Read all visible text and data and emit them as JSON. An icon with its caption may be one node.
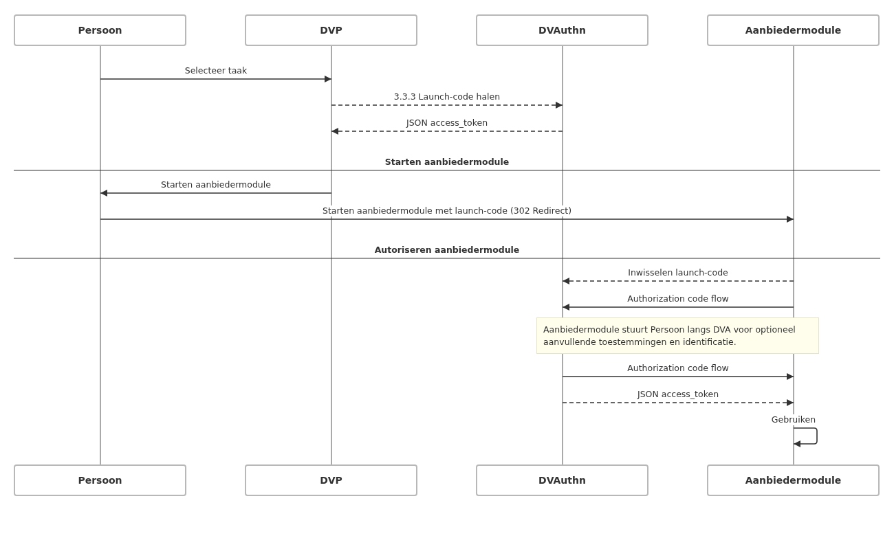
{
  "diagram": {
    "nodes": [
      {
        "text": [
          "Persoon"
        ]
      },
      {
        "text": [
          "DVP"
        ]
      },
      {
        "text": [
          "DVAuthn"
        ]
      },
      {
        "text": [
          "Aanbiedermodule"
        ]
      },
      {
        "text": [],
        "shape": "bar"
      },
      {
        "text": [],
        "shape": "bar"
      },
      {
        "text": [],
        "shape": "bar"
      },
      {
        "text": [],
        "shape": "bar"
      },
      {
        "text": [
          "Aanbiedermodule stuurt Persoon langs DVA voor optioneel aanvullende toestemmingen en identificatie."
        ]
      },
      {
        "text": [
          "Persoon"
        ]
      },
      {
        "text": [
          "DVP"
        ]
      },
      {
        "text": [
          "DVAuthn"
        ]
      },
      {
        "text": [
          "Aanbiedermodule"
        ]
      }
    ],
    "edges": [
      {
        "from": 4,
        "to": 5,
        "arrow": "to",
        "label": "Selecteer taak"
      },
      {
        "from": 5,
        "to": 6,
        "arrow": "to",
        "label": "3.3.3 Launch-code halen",
        "style": "dashed"
      },
      {
        "from": 6,
        "to": 5,
        "arrow": "to",
        "label": "JSON access_token",
        "style": "dashed"
      },
      {
        "from": 5,
        "to": 4,
        "arrow": "to",
        "label": "Starten aanbiedermodule"
      },
      {
        "from": 4,
        "to": 7,
        "arrow": "to",
        "label": "Starten aanbiedermodule met launch-code (302 Redirect)"
      },
      {
        "from": 7,
        "to": 6,
        "arrow": "to",
        "label": "Inwisselen launch-code",
        "style": "dashed"
      },
      {
        "from": 7,
        "to": 6,
        "arrow": "to",
        "label": "Authorization code flow"
      },
      {
        "from": 6,
        "to": 7,
        "arrow": "to",
        "label": "Authorization code flow"
      },
      {
        "from": 6,
        "to": 7,
        "arrow": "to",
        "label": "JSON access_token",
        "style": "dashed"
      },
      {
        "from": 7,
        "to": 7,
        "arrow": "to",
        "label": "Gebruiken"
      }
    ],
    "labels": [
      "Starten aanbiedermodule",
      "Autoriseren aanbiedermodule"
    ]
  }
}
